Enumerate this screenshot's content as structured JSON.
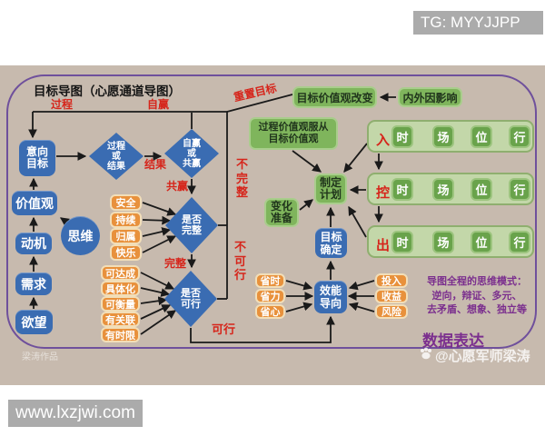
{
  "badges": {
    "tg": "TG: MYYJJPP",
    "url": "www.lxzjwi.com"
  },
  "title": "目标导图（心愿通道导图）",
  "left_chain": {
    "intent": "意向\n目标",
    "values": "价值观",
    "motive": "动机",
    "need": "需求",
    "desire": "欲望",
    "mind": "思维"
  },
  "diamonds": {
    "process_or_result": "过程\n或\n结果",
    "selfwin_or_winwin": "自赢\n或\n共赢",
    "is_complete": "是否\n完整",
    "is_feasible": "是否\n可行"
  },
  "edge_labels": {
    "process": "过程",
    "self_win": "自赢",
    "reset_goal": "重置目标",
    "result": "结果",
    "win_win": "共赢",
    "complete": "完整",
    "incomplete": "不完整",
    "feasible": "可行",
    "infeasible": "不可行"
  },
  "complete_criteria": [
    "安全",
    "持续",
    "归属",
    "快乐"
  ],
  "feasible_criteria": [
    "可达成",
    "具体化",
    "可衡量",
    "有关联",
    "有时限"
  ],
  "efficiency_left": [
    "省时",
    "省力",
    "省心"
  ],
  "efficiency_right": [
    "投入",
    "收益",
    "风险"
  ],
  "green_nodes": {
    "goal_values_change": "目标价值观改变",
    "internal_external_factors": "内外因影响",
    "process_obeys_goal": "过程价值观服从\n目标价值观",
    "change_prep": "变化\n准备",
    "make_plan": "制定\n计划"
  },
  "blue_nodes": {
    "goal_confirm": "目标\n确定",
    "efficiency_orient": "效能\n导向"
  },
  "rows": {
    "in": {
      "label": "入",
      "steps": [
        "时",
        "场",
        "位",
        "行"
      ]
    },
    "control": {
      "label": "控",
      "steps": [
        "时",
        "场",
        "位",
        "行"
      ]
    },
    "out": {
      "label": "出",
      "steps": [
        "时",
        "场",
        "位",
        "行"
      ]
    }
  },
  "notes": {
    "thought_mode_line1": "导图全程的思维模式：",
    "thought_mode_line2": "逆向，辩证、多元、",
    "thought_mode_line3": "去矛盾、想象、独立等",
    "data_expression": "数据表达"
  },
  "watermarks": {
    "author_small": "梁涛作品",
    "author_handle": "@心愿军师梁涛"
  },
  "colors": {
    "blue": "#3A6CB2",
    "orange": "#E8913C",
    "green": "#7FB55C",
    "green_light": "#C3D7A9",
    "green_dark": "#69A34B",
    "red": "#D6251B",
    "purple_text": "#7B2F8E",
    "purple_border": "#6F509C",
    "tan_background": "#C7BAAE",
    "badge_gray": "#ABABAB"
  }
}
